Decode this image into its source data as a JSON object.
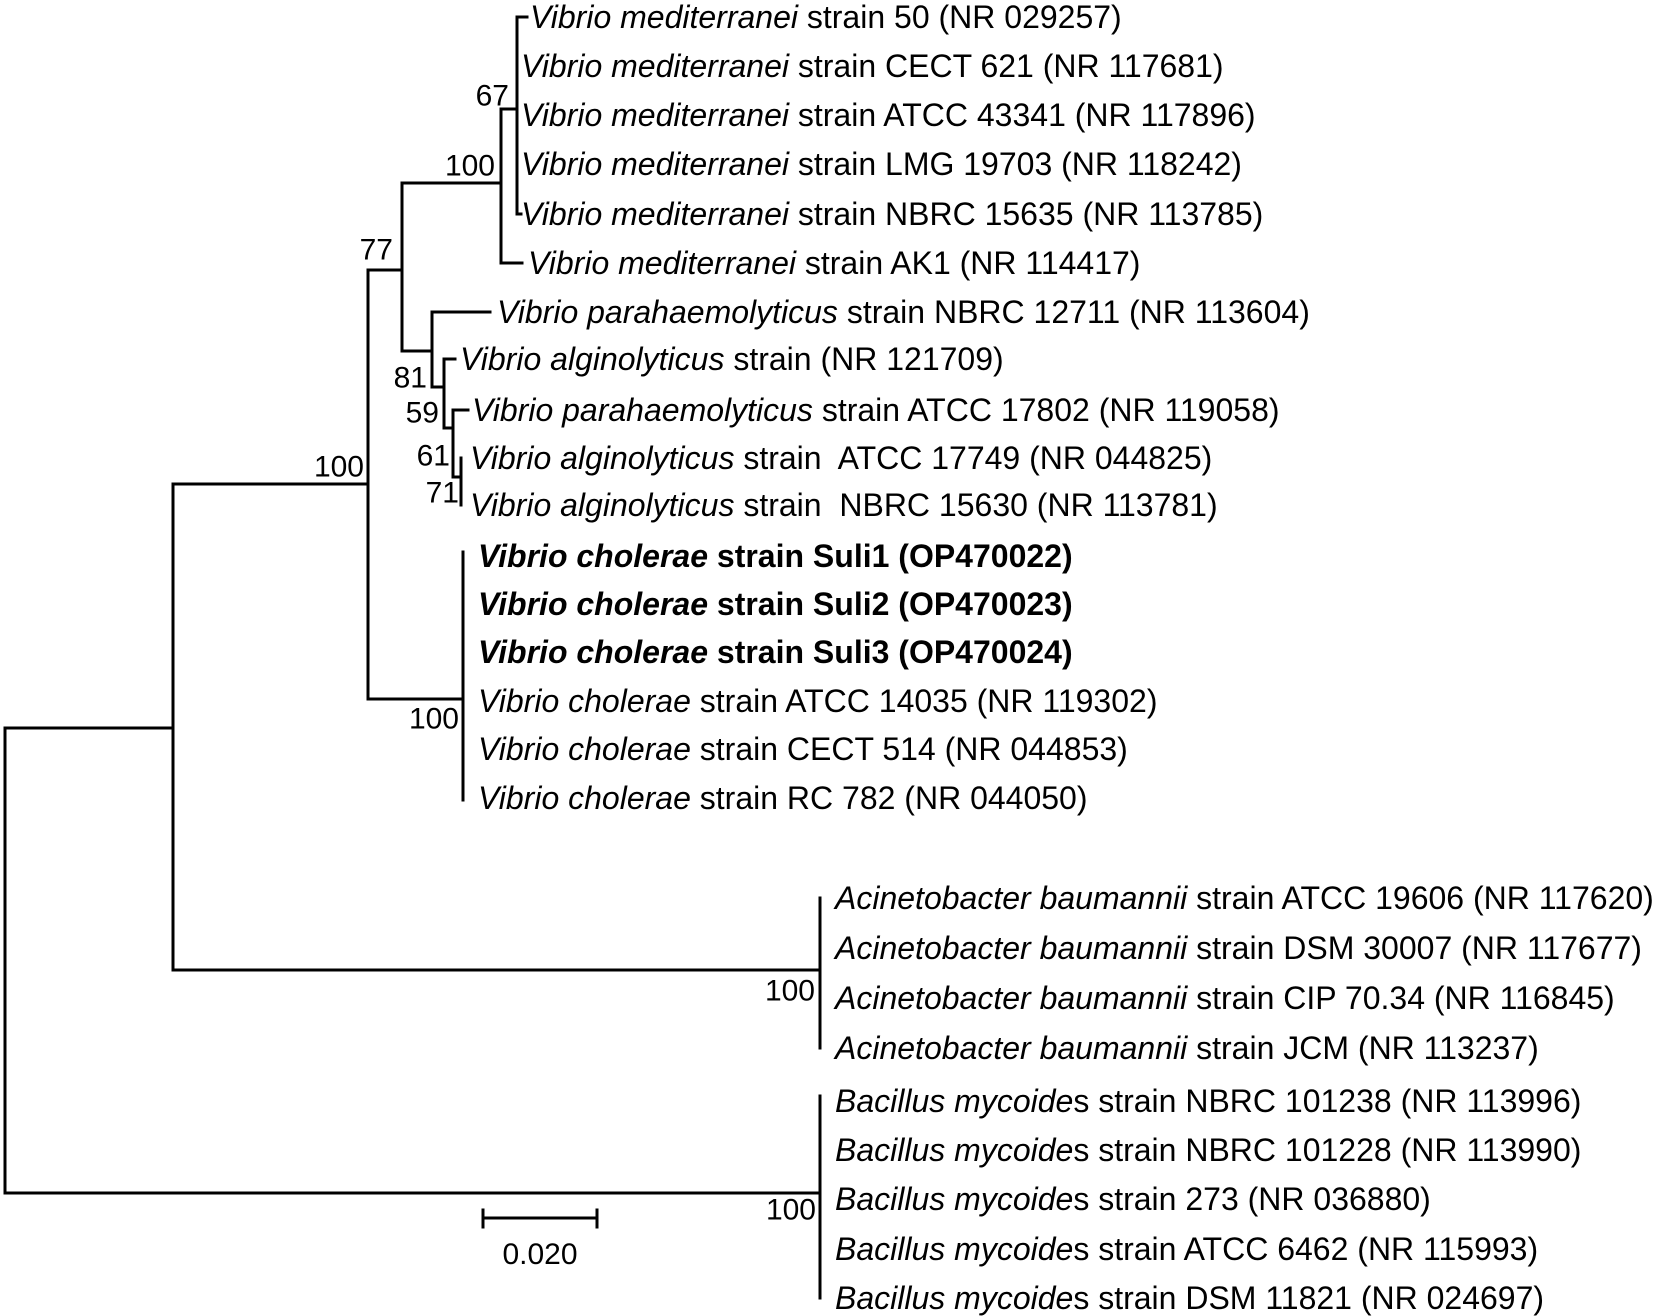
{
  "figure": {
    "type": "phylogenetic-tree",
    "background_color": "#ffffff",
    "line_color": "#000000",
    "text_color": "#000000"
  },
  "taxa": [
    {
      "sci": "Vibrio mediterranei",
      "rest": " strain 50 (NR 029257)",
      "bold": false
    },
    {
      "sci": "Vibrio mediterranei",
      "rest": " strain CECT 621 (NR 117681)",
      "bold": false
    },
    {
      "sci": "Vibrio mediterranei",
      "rest": " strain ATCC 43341 (NR 117896)",
      "bold": false
    },
    {
      "sci": "Vibrio mediterranei",
      "rest": " strain LMG 19703 (NR 118242)",
      "bold": false
    },
    {
      "sci": "Vibrio mediterranei",
      "rest": " strain NBRC 15635 (NR 113785)",
      "bold": false
    },
    {
      "sci": "Vibrio mediterranei",
      "rest": " strain AK1 (NR 114417)",
      "bold": false
    },
    {
      "sci": "Vibrio parahaemolyticus",
      "rest": " strain NBRC 12711 (NR 113604)",
      "bold": false
    },
    {
      "sci": "Vibrio alginolyticus",
      "rest": " strain (NR 121709)",
      "bold": false
    },
    {
      "sci": "Vibrio parahaemolyticus",
      "rest": " strain ATCC 17802 (NR 119058)",
      "bold": false
    },
    {
      "sci": "Vibrio alginolyticus",
      "rest": " strain  ATCC 17749 (NR 044825)",
      "bold": false
    },
    {
      "sci": "Vibrio alginolyticus",
      "rest": " strain  NBRC 15630 (NR 113781)",
      "bold": false
    },
    {
      "sci": "Vibrio cholerae",
      "rest": " strain Suli1 (OP470022)",
      "bold": true
    },
    {
      "sci": "Vibrio cholerae",
      "rest": " strain Suli2 (OP470023)",
      "bold": true
    },
    {
      "sci": "Vibrio cholerae",
      "rest": " strain Suli3 (OP470024)",
      "bold": true
    },
    {
      "sci": "Vibrio cholerae",
      "rest": " strain ATCC 14035 (NR 119302)",
      "bold": false
    },
    {
      "sci": "Vibrio cholerae",
      "rest": " strain CECT 514 (NR 044853)",
      "bold": false
    },
    {
      "sci": "Vibrio cholerae",
      "rest": " strain RC 782 (NR 044050)",
      "bold": false
    },
    {
      "sci": "Acinetobacter baumannii",
      "rest": " strain ATCC 19606 (NR 117620)",
      "bold": false
    },
    {
      "sci": "Acinetobacter baumannii",
      "rest": " strain DSM 30007 (NR 117677)",
      "bold": false
    },
    {
      "sci": "Acinetobacter baumannii",
      "rest": " strain CIP 70.34 (NR 116845)",
      "bold": false
    },
    {
      "sci": "Acinetobacter baumannii",
      "rest": " strain JCM (NR 113237)",
      "bold": false
    },
    {
      "sci": "Bacillus mycoide",
      "rest": "s strain NBRC 101238 (NR 113996)",
      "bold": false
    },
    {
      "sci": "Bacillus mycoide",
      "rest": "s strain NBRC 101228 (NR 113990)",
      "bold": false
    },
    {
      "sci": "Bacillus mycoide",
      "rest": "s strain 273 (NR 036880)",
      "bold": false
    },
    {
      "sci": "Bacillus mycoide",
      "rest": "s strain ATCC 6462 (NR 115993)",
      "bold": false
    },
    {
      "sci": "Bacillus mycoide",
      "rest": "s strain DSM 11821 (NR 024697)",
      "bold": false
    }
  ],
  "bootstrap": [
    {
      "node": "mediterranei-inner",
      "value": "67"
    },
    {
      "node": "mediterranei-clade",
      "value": "100"
    },
    {
      "node": "mediterranei-plus-para-algino",
      "value": "77"
    },
    {
      "node": "para-algino-clade",
      "value": "81"
    },
    {
      "node": "algino-inner-1",
      "value": "59"
    },
    {
      "node": "algino-inner-2",
      "value": "61"
    },
    {
      "node": "algino-pair",
      "value": "71"
    },
    {
      "node": "vibrio-core",
      "value": "100"
    },
    {
      "node": "cholerae-clade",
      "value": "100"
    },
    {
      "node": "acinetobacter-clade",
      "value": "100"
    },
    {
      "node": "bacillus-clade",
      "value": "100"
    }
  ],
  "scale_bar": {
    "label": "0.020"
  }
}
